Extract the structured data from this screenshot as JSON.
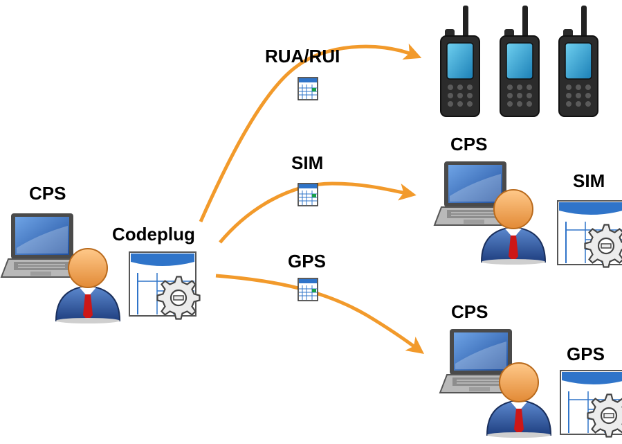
{
  "labels": {
    "cps_left": "CPS",
    "codeplug": "Codeplug",
    "rua_rui": "RUA/RUI",
    "sim_arrow": "SIM",
    "gps_arrow": "GPS",
    "cps_sim": "CPS",
    "sim_target": "SIM",
    "cps_gps": "CPS",
    "gps_target": "GPS"
  },
  "colors": {
    "arrow": "#f29a2b",
    "screen": "#2f66b3",
    "suit": "#2f5fa8",
    "tie": "#d21f1f",
    "head": "#f2a25a",
    "radio_body": "#2a2a2a",
    "radio_screen": "#2fa6d8"
  },
  "icons": [
    "laptop-icon",
    "user-icon",
    "codeplug-icon",
    "document-icon",
    "radio-icon",
    "gear-icon"
  ]
}
